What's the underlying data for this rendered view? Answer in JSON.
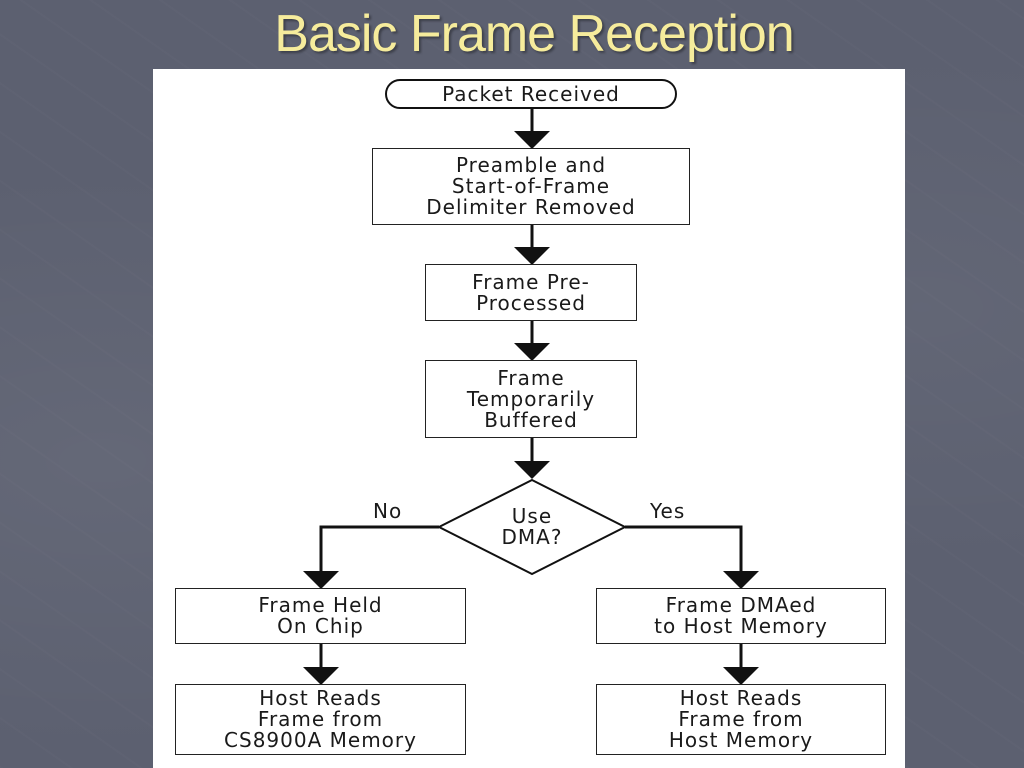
{
  "slide": {
    "title": "Basic Frame Reception"
  },
  "flowchart": {
    "start": "Packet Received",
    "step1": "Preamble and\nStart-of-Frame\nDelimiter Removed",
    "step2": "Frame Pre-\nProcessed",
    "step3": "Frame\nTemporarily\nBuffered",
    "decision": "Use\nDMA?",
    "branch_no_label": "No",
    "branch_yes_label": "Yes",
    "no_step1": "Frame Held\nOn Chip",
    "no_step2": "Host Reads\nFrame from\nCS8900A Memory",
    "yes_step1": "Frame DMAed\nto Host Memory",
    "yes_step2": "Host Reads\nFrame from\nHost Memory"
  },
  "colors": {
    "background": "#5c6070",
    "title": "#f6ec9c",
    "panel": "#ffffff",
    "ink": "#1a1a1a"
  }
}
